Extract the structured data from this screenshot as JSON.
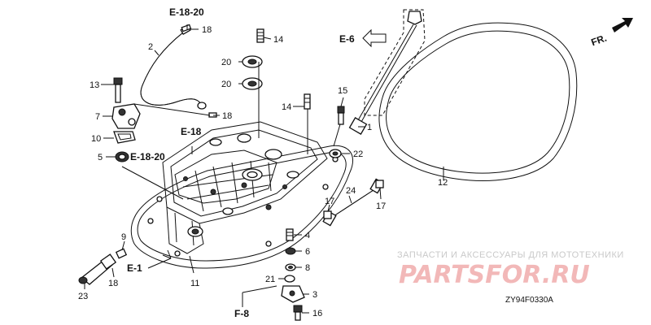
{
  "labels": {
    "n1": "1",
    "n2": "2",
    "n3": "3",
    "n4": "4",
    "n5": "5",
    "n6": "6",
    "n7": "7",
    "n8": "8",
    "n9": "9",
    "n10": "10",
    "n11": "11",
    "n12": "12",
    "n13": "13",
    "n14a": "14",
    "n14b": "14",
    "n15": "15",
    "n16": "16",
    "n17a": "17",
    "n17b": "17",
    "n18a": "18",
    "n18b": "18",
    "n18c": "18",
    "n20a": "20",
    "n20b": "20",
    "n21": "21",
    "n22": "22",
    "n23": "23",
    "n24": "24"
  },
  "refs": {
    "e1820_top": "E-18-20",
    "e1820_left": "E-18-20",
    "e18": "E-18",
    "e6": "E-6",
    "e1": "E-1",
    "f8": "F-8",
    "fr": "FR."
  },
  "watermark": {
    "line1": "ЗАПЧАСТИ И АКСЕССУАРЫ ДЛЯ МОТОТЕХНИКИ",
    "line2": "PARTSFOR.RU"
  },
  "diagram_code": "ZY94F0330A"
}
